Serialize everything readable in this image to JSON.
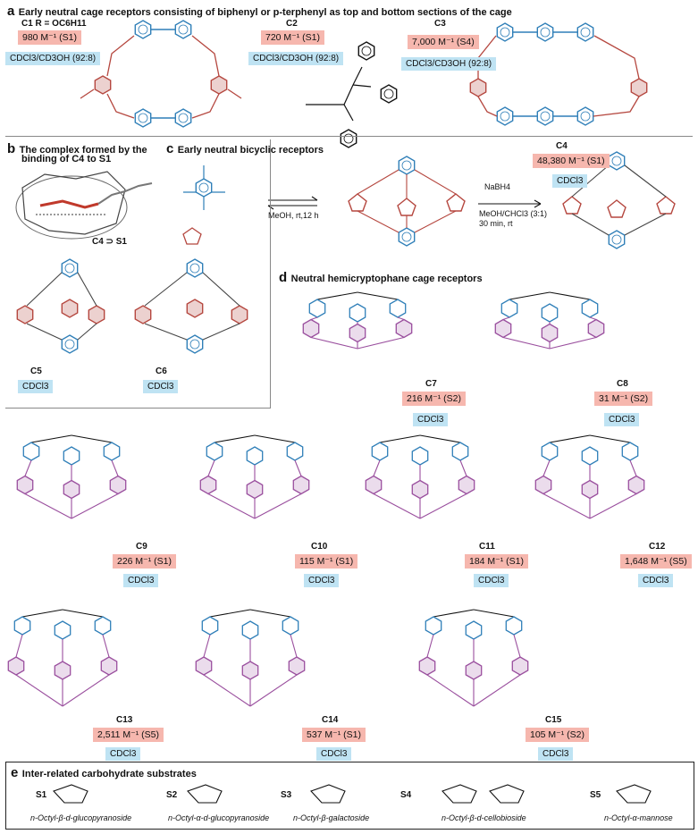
{
  "panel_a": {
    "letter": "a",
    "title": "Early neutral cage receptors consisting of biphenyl or p-terphenyl as top and bottom sections of the cage",
    "c1": {
      "label": "C1 R = OC6H11",
      "ka": "980 M⁻¹ (S1)",
      "solvent": "CDCl3/CD3OH (92:8)"
    },
    "c2": {
      "label": "C2",
      "ka": "720 M⁻¹ (S1)",
      "solvent": "CDCl3/CD3OH (92:8)"
    },
    "c3": {
      "label": "C3",
      "ka": "7,000 M⁻¹ (S4)",
      "solvent": "CDCl3/CD3OH (92:8)"
    }
  },
  "panel_b": {
    "letter": "b",
    "title_line1": "The complex formed by the",
    "title_line2": "binding of C4 to S1",
    "caption": "C4 ⊃ S1"
  },
  "panel_c": {
    "letter": "c",
    "title": "Early neutral bicyclic receptors",
    "cond1": "MeOH, rt,12 h",
    "reagent": "NaBH4",
    "cond2": "MeOH/CHCl3 (3:1)",
    "cond3": "30 min, rt",
    "c4": {
      "label": "C4",
      "ka": "48,380 M⁻¹ (S1)",
      "solvent": "CDCl3"
    },
    "c5": {
      "label": "C5",
      "solvent": "CDCl3"
    },
    "c6": {
      "label": "C6",
      "solvent": "CDCl3"
    }
  },
  "panel_d": {
    "letter": "d",
    "title": "Neutral hemicryptophane cage receptors",
    "receptors": [
      {
        "label": "C7",
        "ka": "216 M⁻¹ (S2)",
        "solvent": "CDCl3"
      },
      {
        "label": "C8",
        "ka": "31 M⁻¹ (S2)",
        "solvent": "CDCl3"
      },
      {
        "label": "C9",
        "ka": "226 M⁻¹ (S1)",
        "solvent": "CDCl3"
      },
      {
        "label": "C10",
        "ka": "115 M⁻¹ (S1)",
        "solvent": "CDCl3"
      },
      {
        "label": "C11",
        "ka": "184 M⁻¹ (S1)",
        "solvent": "CDCl3"
      },
      {
        "label": "C12",
        "ka": "1,648 M⁻¹ (S5)",
        "solvent": "CDCl3"
      },
      {
        "label": "C13",
        "ka": "2,511 M⁻¹ (S5)",
        "solvent": "CDCl3"
      },
      {
        "label": "C14",
        "ka": "537 M⁻¹ (S1)",
        "solvent": "CDCl3"
      },
      {
        "label": "C15",
        "ka": "105 M⁻¹ (S2)",
        "solvent": "CDCl3"
      }
    ]
  },
  "panel_e": {
    "letter": "e",
    "title": "Inter-related carbohydrate substrates",
    "substrates": [
      {
        "id": "S1",
        "name": "n-Octyl-β-d-glucopyranoside"
      },
      {
        "id": "S2",
        "name": "n-Octyl-α-d-glucopyranoside"
      },
      {
        "id": "S3",
        "name": "n-Octyl-β-galactoside"
      },
      {
        "id": "S4",
        "name": "n-Octyl-β-d-cellobioside"
      },
      {
        "id": "S5",
        "name": "n-Octyl-α-mannose"
      }
    ]
  },
  "colors": {
    "affinity_box": "#f6b7ae",
    "solvent_box": "#bfe3f3",
    "cage_red": "#b5473f",
    "arene_blue": "#2f7fb8",
    "hemi_purple": "#9a4f9e"
  }
}
